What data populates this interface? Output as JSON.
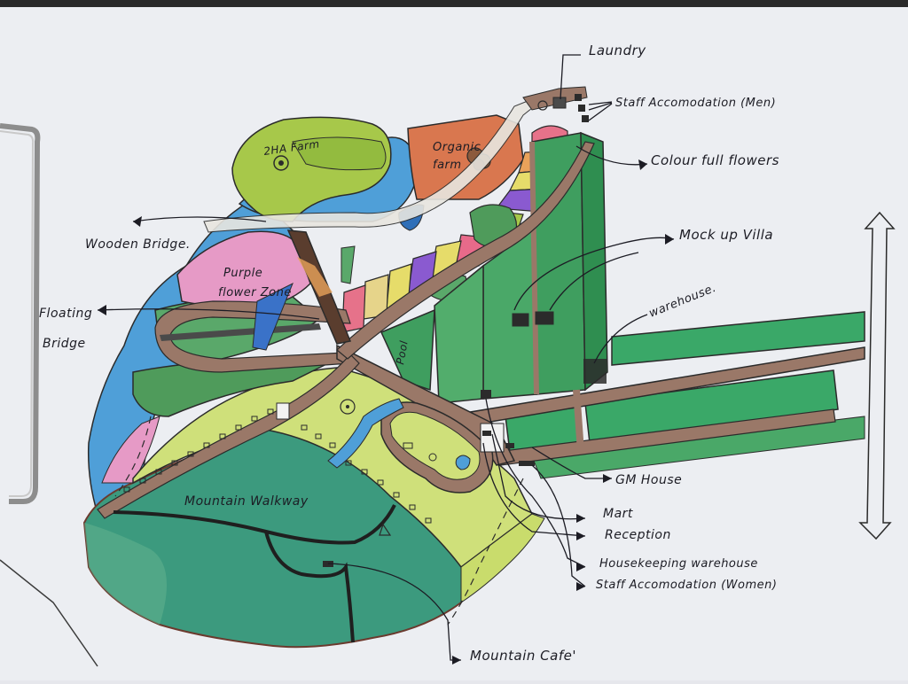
{
  "map": {
    "areas": {
      "farm_2ha": "2HA Farm",
      "organic_farm_line1": "Organic",
      "organic_farm_line2": "farm",
      "purple_flower_line1": "Purple",
      "purple_flower_line2": "flower Zone",
      "pool": "Pool",
      "mountain_walkway": "Mountain Walkway"
    },
    "callouts": {
      "laundry": "Laundry",
      "staff_accom_men": "Staff Accomodation (Men)",
      "colourful_flowers": "Colour full flowers",
      "wooden_bridge": "Wooden Bridge.",
      "floating_bridge_line1": "Floating",
      "floating_bridge_line2": "Bridge",
      "mock_up_villa": "Mock up Villa",
      "warehouse": "warehouse.",
      "gm_house": "GM House",
      "mart": "Mart",
      "reception": "Reception",
      "housekeeping_warehouse": "Housekeeping warehouse",
      "staff_accom_women": "Staff Accomodation (Women)",
      "mountain_cafe": "Mountain Cafe'"
    },
    "colors": {
      "paper": "#eef0f4",
      "water": "#4f9fd8",
      "lime": "#a7c84a",
      "farm_green": "#86b84a",
      "terracotta": "#d9774f",
      "pink": "#e69ac6",
      "dark_green": "#2f9e5c",
      "teal": "#3c9a7e",
      "pale_yellow_green": "#cfe07a",
      "road": "#9a7868",
      "purple": "#8a5ad0",
      "yellow": "#e6dc6a"
    }
  }
}
